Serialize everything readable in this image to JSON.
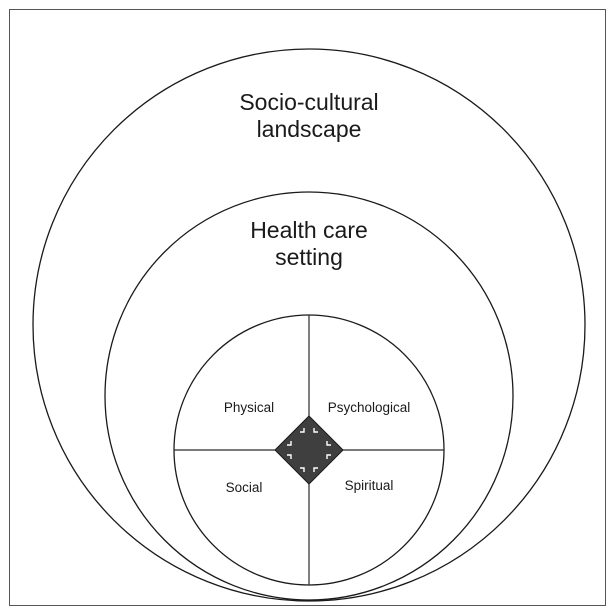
{
  "diagram": {
    "outer": {
      "line1": "Socio-cultural",
      "line2": "landscape"
    },
    "middle": {
      "line1": "Health care",
      "line2": "setting"
    },
    "quadrants": {
      "top_left": "Physical",
      "top_right": "Psychological",
      "bottom_left": "Social",
      "bottom_right": "Spiritual"
    }
  }
}
